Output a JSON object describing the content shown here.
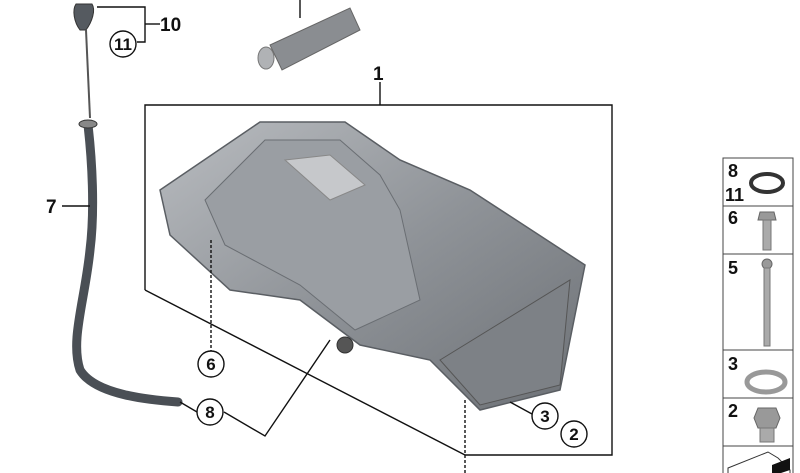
{
  "diagram": {
    "callouts": {
      "c10": "10",
      "c11": "11",
      "c1": "1",
      "c7": "7",
      "c6": "6",
      "c8": "8",
      "c3": "3",
      "c2": "2"
    },
    "legend": [
      {
        "labels": [
          "8",
          "11"
        ],
        "part": "o-ring"
      },
      {
        "labels": [
          "6"
        ],
        "part": "short-bolt"
      },
      {
        "labels": [
          "5"
        ],
        "part": "long-bolt"
      },
      {
        "labels": [
          "3"
        ],
        "part": "sealing-ring"
      },
      {
        "labels": [
          "2"
        ],
        "part": "drain-plug"
      }
    ]
  }
}
